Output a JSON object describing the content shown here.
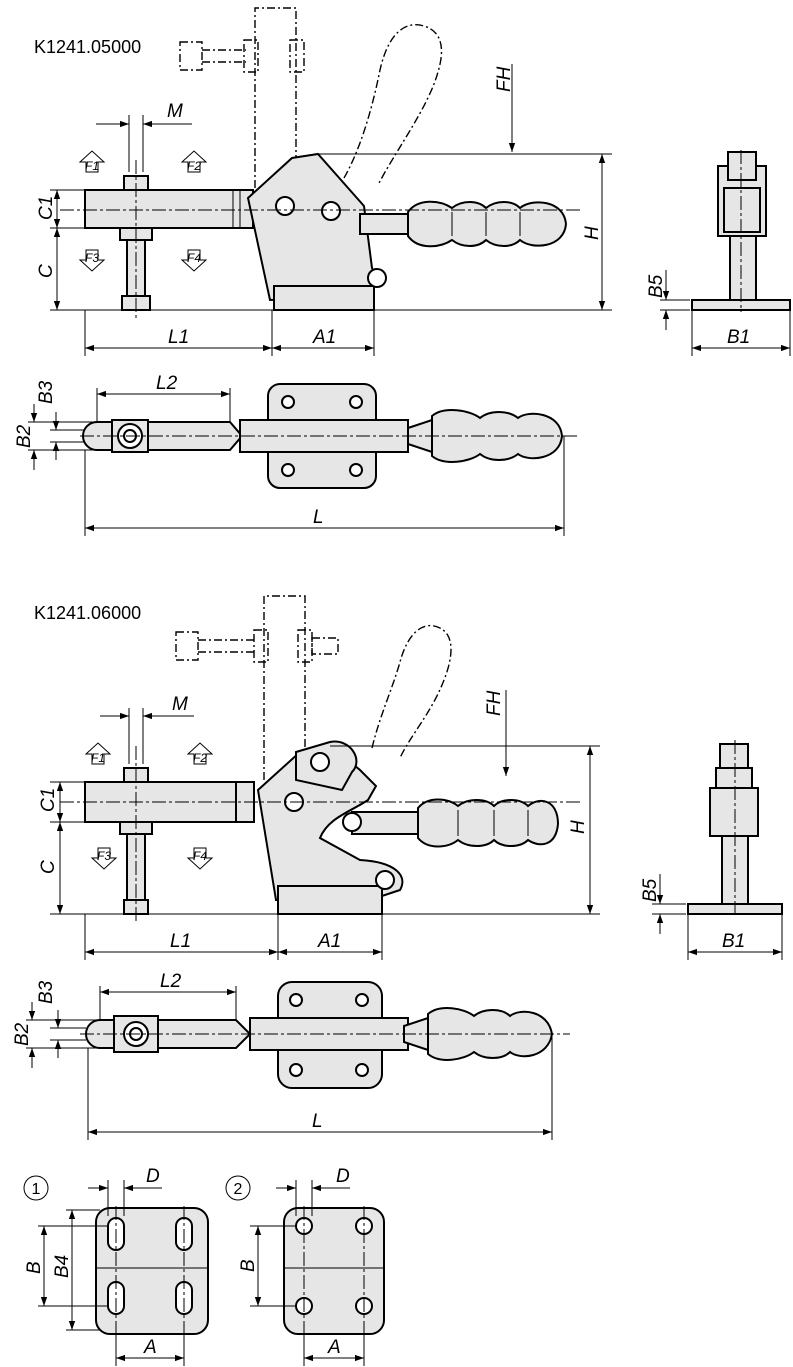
{
  "variants": [
    {
      "title": "K1241.05000",
      "force_labels": [
        "F1",
        "F2",
        "F3",
        "F4"
      ],
      "dims": {
        "M": "M",
        "FH": "FH",
        "C1": "C1",
        "C": "C",
        "H": "H",
        "L1": "L1",
        "A1": "A1",
        "B5": "B5",
        "B1": "B1",
        "L2": "L2",
        "L": "L",
        "B3": "B3",
        "B2": "B2"
      }
    },
    {
      "title": "K1241.06000",
      "force_labels": [
        "F1",
        "F2",
        "F3",
        "F4"
      ],
      "dims": {
        "M": "M",
        "FH": "FH",
        "C1": "C1",
        "C": "C",
        "H": "H",
        "L1": "L1",
        "A1": "A1",
        "B5": "B5",
        "B1": "B1",
        "L2": "L2",
        "L": "L",
        "B3": "B3",
        "B2": "B2"
      }
    }
  ],
  "details": [
    {
      "marker": "1",
      "dims": {
        "D": "D",
        "B": "B",
        "B4": "B4",
        "A": "A"
      }
    },
    {
      "marker": "2",
      "dims": {
        "D": "D",
        "B": "B",
        "A": "A"
      }
    }
  ]
}
